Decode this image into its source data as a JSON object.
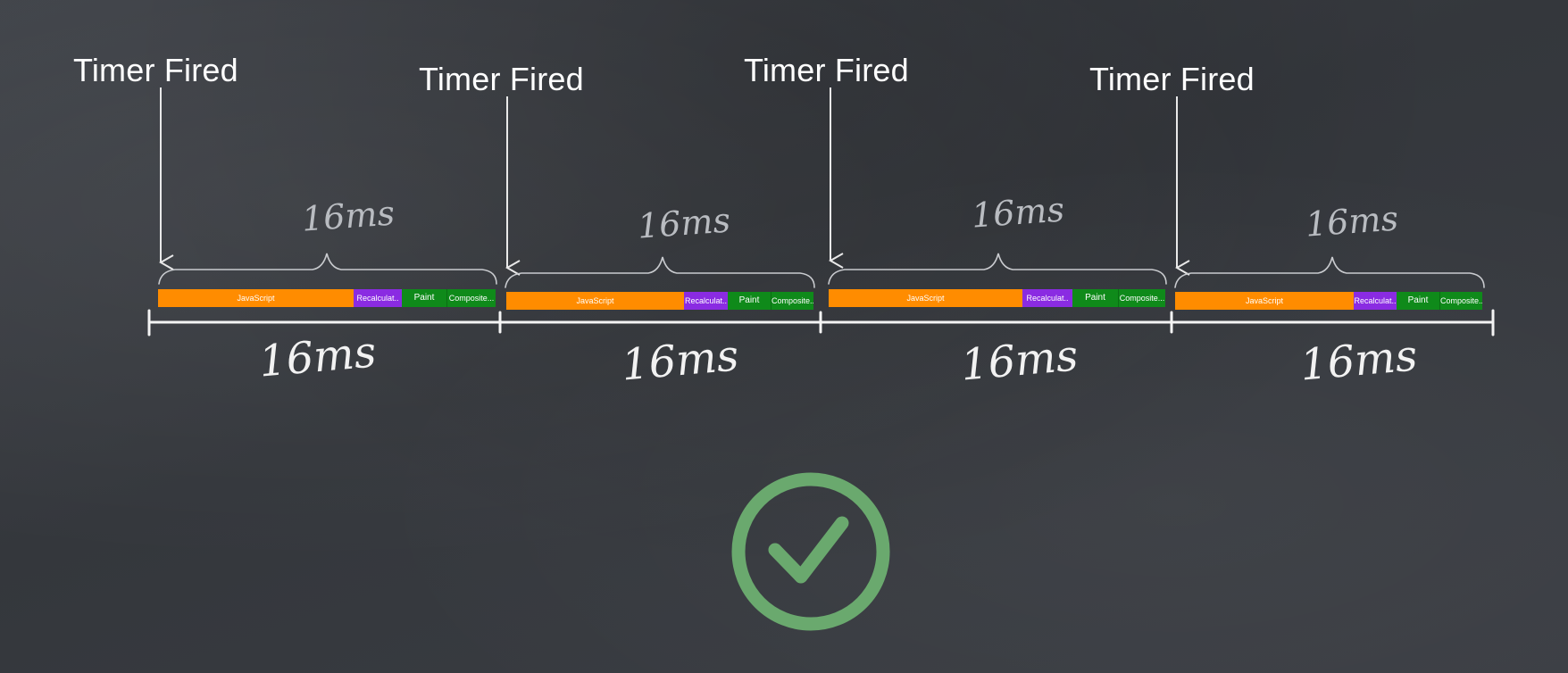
{
  "timer_label": "Timer Fired",
  "frame_duration_label": "16ms",
  "axis_duration_label": "16ms",
  "task_labels": {
    "javascript": "JavaScript",
    "recalculate": "Recalculat..",
    "paint": "Paint",
    "composite": "Composite..."
  },
  "frames_count_note": "",
  "colors": {
    "javascript": "#ff8c00",
    "recalculate": "#8a2be2",
    "paint": "#0f8a1a",
    "composite": "#0f8a1a",
    "success_check": "#6aa96e",
    "chalk": "#ffffff"
  },
  "icons": {
    "success": "check-circle-icon",
    "arrow": "down-arrow-icon"
  }
}
